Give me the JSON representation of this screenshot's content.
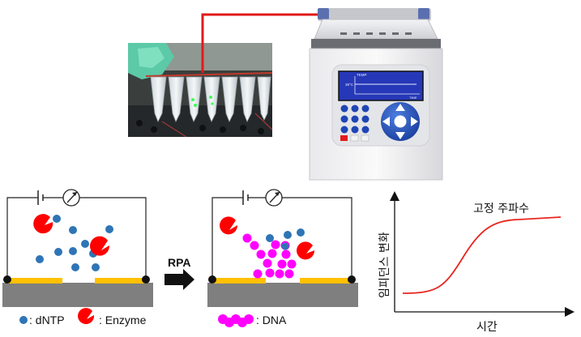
{
  "photo": {
    "description_icon": "pcr-tube-strip-photo"
  },
  "device": {
    "screen_temp_label": "TEMP",
    "screen_time_label": "TIME",
    "screen_reading": "39°C"
  },
  "arrow_label": "RPA",
  "legend": {
    "dntp": ": dNTP",
    "enzyme": ": Enzyme",
    "dna": ": DNA"
  },
  "graph": {
    "annotation": "고정 주파수",
    "xlabel": "시간",
    "ylabel": "임피던스 변화"
  },
  "colors": {
    "dntp": "#2E75B6",
    "enzyme": "#FF0000",
    "dna": "#FF00FF",
    "electrode": "#FFC000",
    "substrate": "#7F7F7F",
    "curve": "#E8251F",
    "arrow": "#E11A1A"
  }
}
